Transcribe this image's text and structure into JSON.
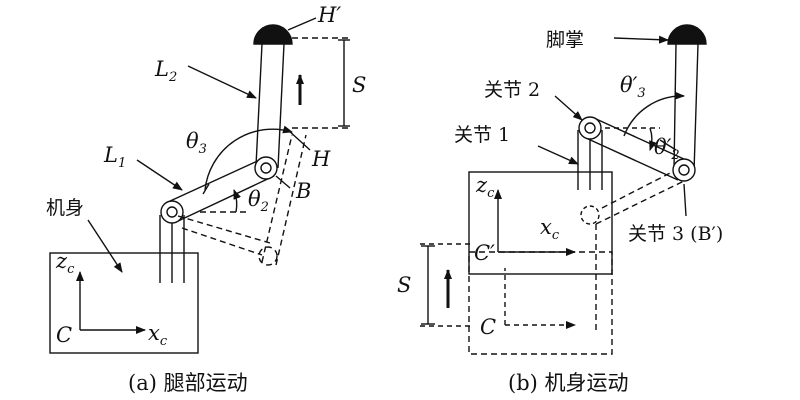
{
  "panels": [
    {
      "caption": "(a) 腿部运动",
      "labels": {
        "body": "机身",
        "L1": "L",
        "L1_sub": "1",
        "L2": "L",
        "L2_sub": "2",
        "theta3": "θ",
        "theta3_sub": "3",
        "theta2": "θ",
        "theta2_sub": "2",
        "B": "B",
        "H": "H",
        "Hprime": "H′",
        "S": "S",
        "C": "C",
        "xc": "x",
        "xc_sub": "c",
        "zc": "z",
        "zc_sub": "c"
      }
    },
    {
      "caption": "(b) 机身运动",
      "labels": {
        "foot": "脚掌",
        "joint1": "关节 1",
        "joint2": "关节 2",
        "joint3": "关节 3 (B′)",
        "theta3p": "θ′",
        "theta3p_sub": "3",
        "theta2p": "θ′",
        "theta2p_sub": "2",
        "S": "S",
        "C": "C",
        "Cprime": "C′",
        "xc": "x",
        "xc_sub": "c",
        "zc": "z",
        "zc_sub": "c"
      }
    }
  ],
  "colors": {
    "ink": "#111111",
    "background": "#ffffff"
  }
}
